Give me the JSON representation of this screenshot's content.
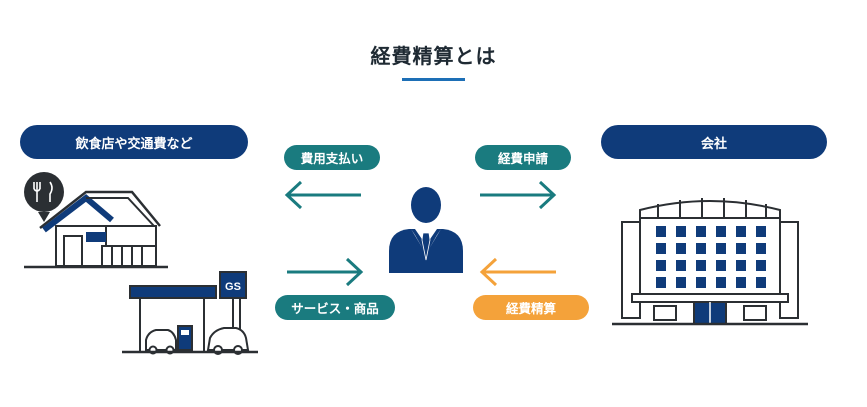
{
  "title": "経費精算とは",
  "left_label": "飲食店や交通費など",
  "right_label": "会社",
  "arrows": {
    "top_left": "費用支払い",
    "top_right": "経費申請",
    "bottom_left": "サービス・商品",
    "bottom_right": "経費精算"
  },
  "gas_station_sign": "GS",
  "colors": {
    "navy": "#0f3b7a",
    "teal": "#1a7b7f",
    "orange": "#f4a23a",
    "accent_blue": "#1d6fb6",
    "line": "#2b2f33"
  },
  "icons": [
    "restaurant-icon",
    "gas-station-icon",
    "businessman-icon",
    "company-building-icon"
  ]
}
